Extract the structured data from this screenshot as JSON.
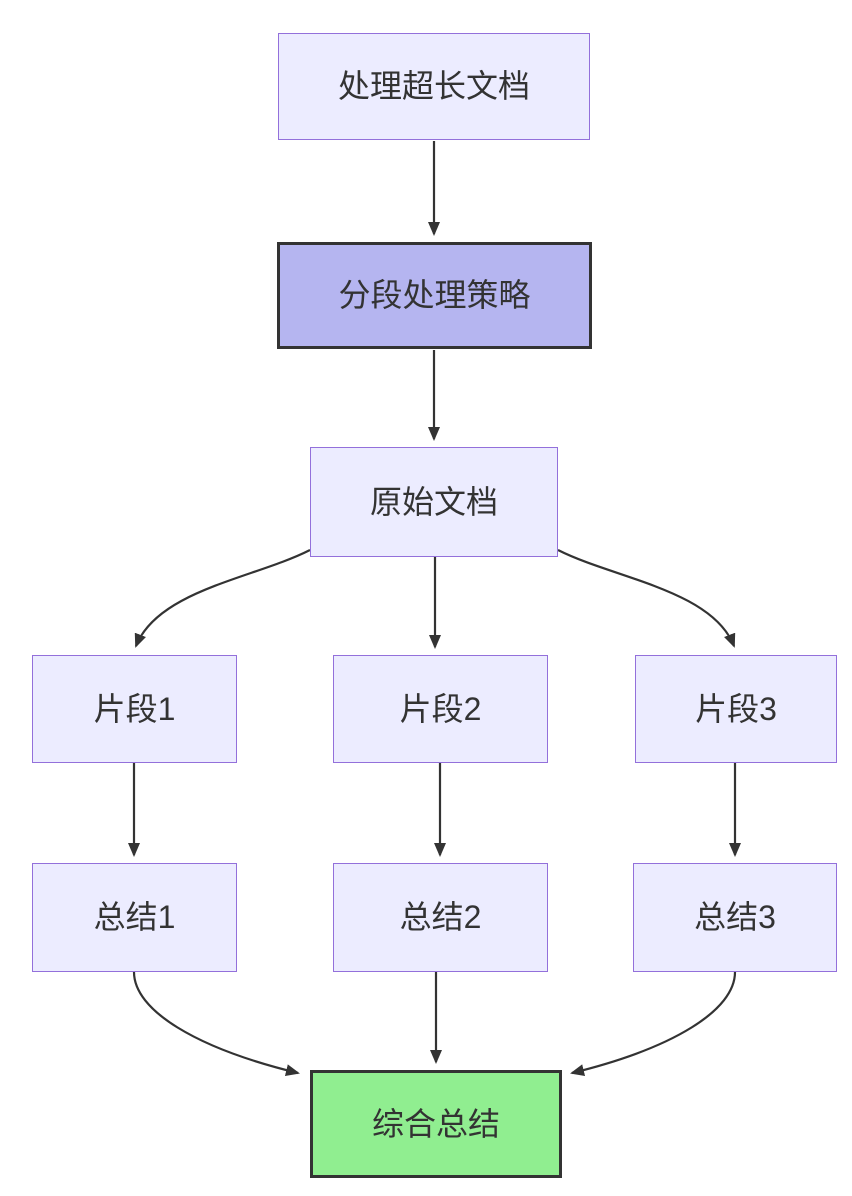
{
  "diagram": {
    "type": "flowchart",
    "direction": "top-down",
    "background": "#ffffff",
    "nodes": [
      {
        "id": "A",
        "label": "处理超长文档",
        "style": "default"
      },
      {
        "id": "B",
        "label": "分段处理策略",
        "style": "emphasis"
      },
      {
        "id": "C",
        "label": "原始文档",
        "style": "default"
      },
      {
        "id": "D1",
        "label": "片段1",
        "style": "default"
      },
      {
        "id": "D2",
        "label": "片段2",
        "style": "default"
      },
      {
        "id": "D3",
        "label": "片段3",
        "style": "default"
      },
      {
        "id": "E1",
        "label": "总结1",
        "style": "default"
      },
      {
        "id": "E2",
        "label": "总结2",
        "style": "default"
      },
      {
        "id": "E3",
        "label": "总结3",
        "style": "default"
      },
      {
        "id": "F",
        "label": "综合总结",
        "style": "result"
      }
    ],
    "edges": [
      {
        "from": "A",
        "to": "B"
      },
      {
        "from": "B",
        "to": "C"
      },
      {
        "from": "C",
        "to": "D1"
      },
      {
        "from": "C",
        "to": "D2"
      },
      {
        "from": "C",
        "to": "D3"
      },
      {
        "from": "D1",
        "to": "E1"
      },
      {
        "from": "D2",
        "to": "E2"
      },
      {
        "from": "D3",
        "to": "E3"
      },
      {
        "from": "E1",
        "to": "F"
      },
      {
        "from": "E2",
        "to": "F"
      },
      {
        "from": "E3",
        "to": "F"
      }
    ],
    "colors": {
      "node_fill": "#ECECFF",
      "node_border": "#9370DB",
      "emphasis_fill": "#B5B5F0",
      "emphasis_border": "#333333",
      "result_fill": "#90EE90",
      "result_border": "#333333",
      "edge": "#333333",
      "text": "#333333"
    }
  }
}
